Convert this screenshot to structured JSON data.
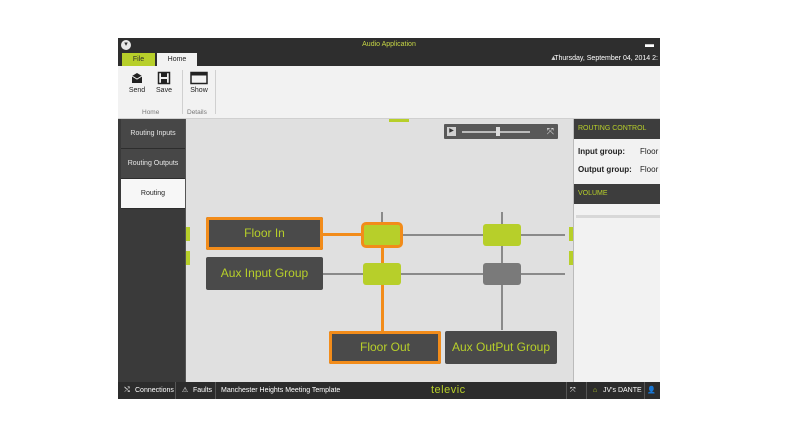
{
  "app": {
    "title": "Audio Application",
    "datetime": "Thursday, September 04, 2014 2:"
  },
  "tabs": [
    {
      "label": "File"
    },
    {
      "label": "Home"
    }
  ],
  "ribbon": {
    "send_label": "Send",
    "save_label": "Save",
    "show_label": "Show",
    "group_home": "Home",
    "group_details": "Details"
  },
  "nav": {
    "items": [
      {
        "label": "Routing Inputs"
      },
      {
        "label": "Routing Outputs"
      },
      {
        "label": "Routing"
      }
    ]
  },
  "routing": {
    "inputs": [
      "Floor In",
      "Aux Input Group"
    ],
    "outputs": [
      "Floor Out",
      "Aux OutPut Group"
    ]
  },
  "panel": {
    "routing_control": "ROUTING CONTROL",
    "input_group_label": "Input group:",
    "input_group_value": "Floor",
    "output_group_label": "Output group:",
    "output_group_value": "Floor",
    "volume": "VOLUME"
  },
  "status": {
    "connections": "Connections",
    "faults": "Faults",
    "template": "Manchester Heights Meeting Template",
    "brand": "televic",
    "network": "JV's DANTE"
  },
  "colors": {
    "accent": "#b7cf2a",
    "selection": "#f28c1a",
    "dark": "#3a3a3a"
  },
  "icons": [
    "app-icon",
    "minimize-icon",
    "collapse-icon",
    "send-icon",
    "save-icon",
    "show-icon",
    "play-icon",
    "fullscreen-icon",
    "connections-icon",
    "faults-icon",
    "collapse-expand-icon",
    "home-icon",
    "user-icon"
  ]
}
